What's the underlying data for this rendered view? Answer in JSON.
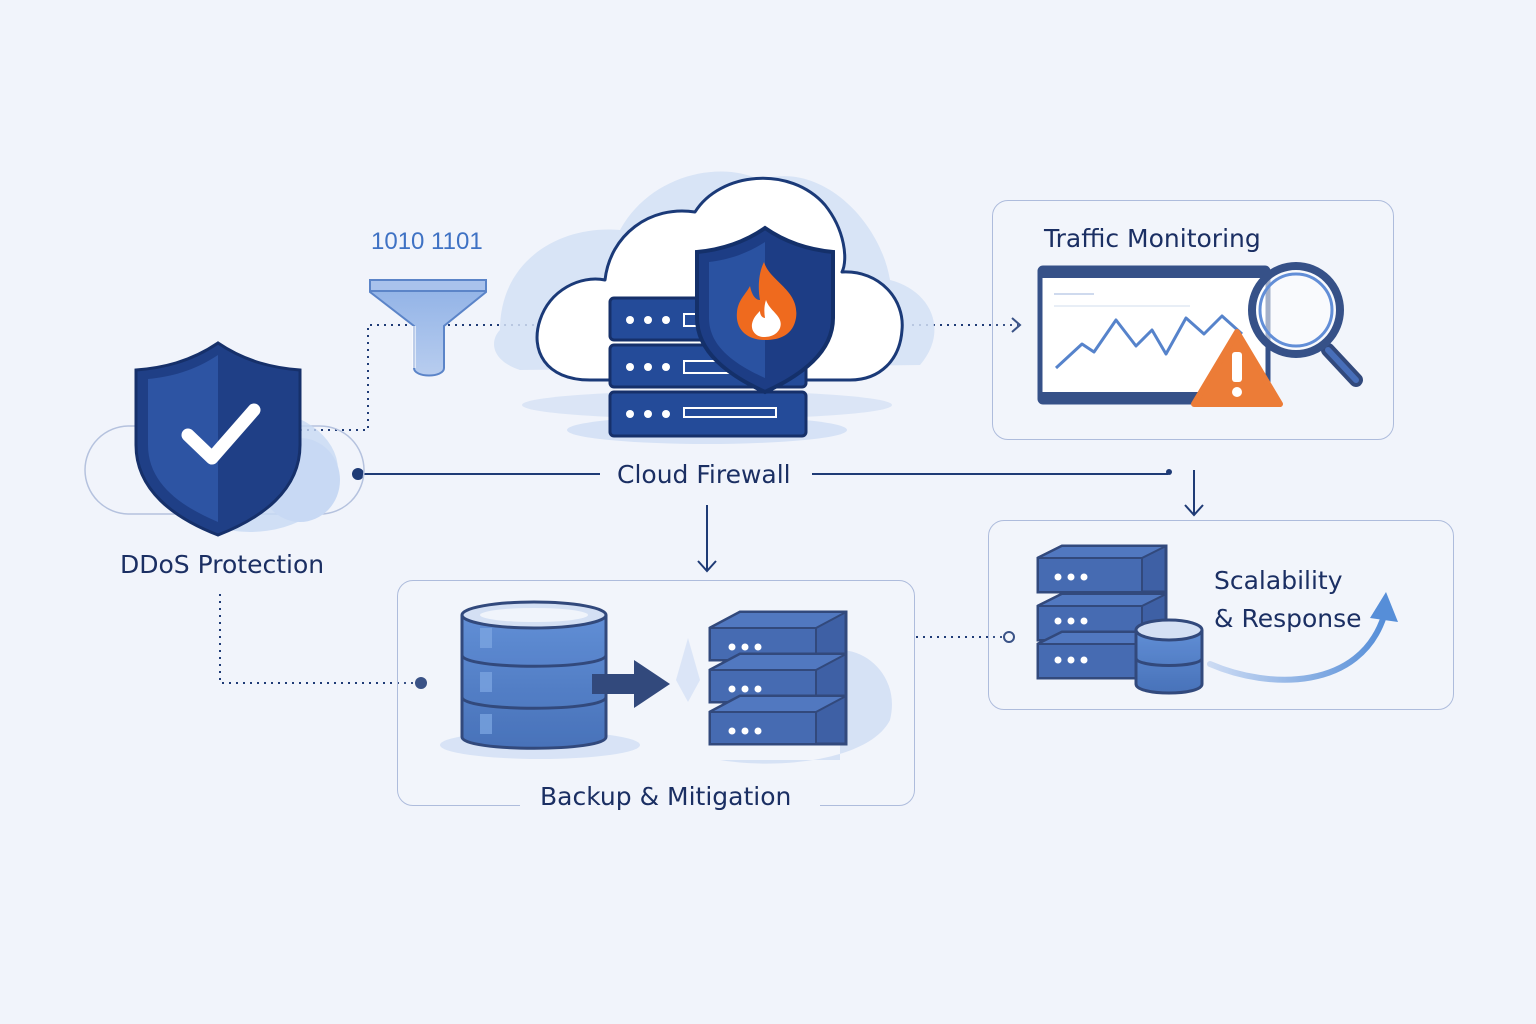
{
  "labels": {
    "binary_stream": "1010 1101",
    "ddos": "DDoS Protection",
    "firewall": "Cloud Firewall",
    "monitoring": "Traffic Monitoring",
    "scalability_line1": "Scalability",
    "scalability_line2": "& Response",
    "backup": "Backup & Mitigation"
  },
  "icons": [
    "shield-check-icon",
    "funnel-icon",
    "cloud-icon",
    "server-rack-icon",
    "shield-fire-icon",
    "monitor-chart-icon",
    "magnifier-icon",
    "warning-icon",
    "database-icon",
    "arrow-right-icon",
    "growth-arrow-icon"
  ],
  "colors": {
    "background": "#f1f4fb",
    "navy": "#1b3a78",
    "dark_navy": "#16306a",
    "mid_blue": "#3f72c4",
    "light_blue": "#c9d8f2",
    "panel_border": "#aebcdc",
    "fire_orange": "#ef6a1e",
    "warning_orange": "#ea6a1c",
    "text": "#1b2f63"
  }
}
